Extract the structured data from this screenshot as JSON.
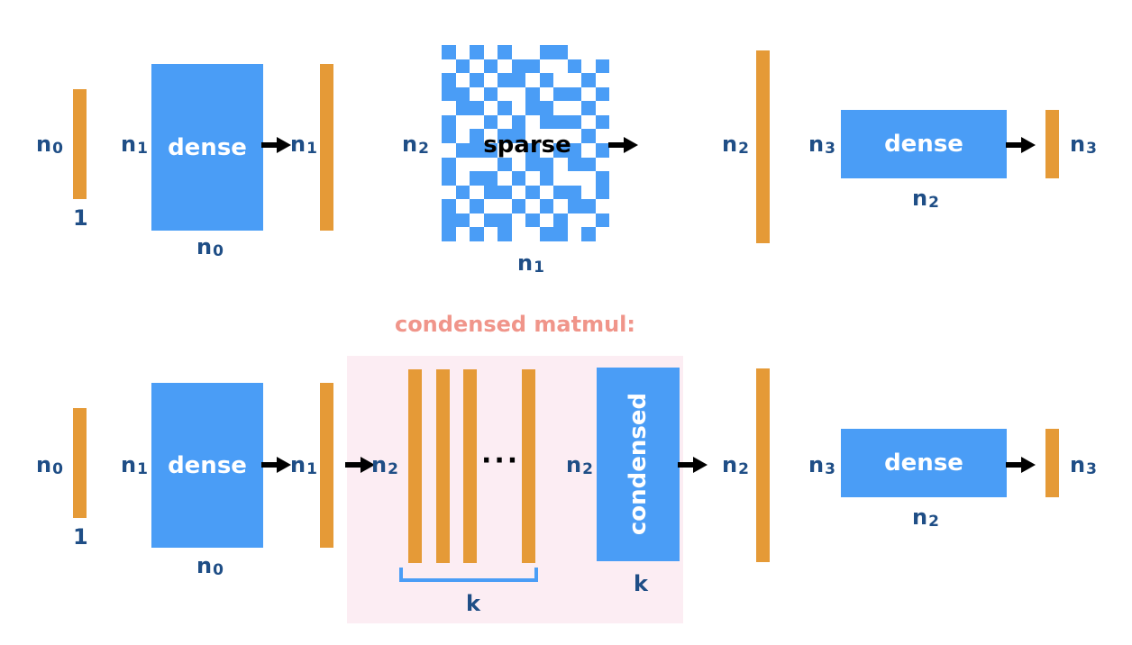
{
  "diagram": {
    "colors": {
      "vector": "#E59A37",
      "matrix": "#4A9DF6",
      "label": "#1F4E86",
      "condensed_title": "#F0958A",
      "condensed_bg": "#FCEDF3"
    },
    "top": {
      "input_rows": "n",
      "input_rows_sub": "0",
      "input_cols": "1",
      "dense1_label": "dense",
      "dense1_rows": "n",
      "dense1_rows_sub": "1",
      "dense1_cols": "n",
      "dense1_cols_sub": "0",
      "out1_rows": "n",
      "out1_rows_sub": "1",
      "sparse_label": "sparse",
      "sparse_rows": "n",
      "sparse_rows_sub": "2",
      "sparse_cols": "n",
      "sparse_cols_sub": "1",
      "out2_rows": "n",
      "out2_rows_sub": "2",
      "dense2_label": "dense",
      "dense2_rows": "n",
      "dense2_rows_sub": "3",
      "dense2_cols": "n",
      "dense2_cols_sub": "2",
      "out3_rows": "n",
      "out3_rows_sub": "3"
    },
    "bottom": {
      "title": "condensed matmul:",
      "input_rows": "n",
      "input_rows_sub": "0",
      "input_cols": "1",
      "dense1_label": "dense",
      "dense1_rows": "n",
      "dense1_rows_sub": "1",
      "dense1_cols": "n",
      "dense1_cols_sub": "0",
      "out1_rows": "n",
      "out1_rows_sub": "1",
      "gather_rows": "n",
      "gather_rows_sub": "2",
      "dots": "···",
      "gather_k": "k",
      "condensed_rows": "n",
      "condensed_rows_sub": "2",
      "condensed_label": "condensed",
      "condensed_k": "k",
      "out2_rows": "n",
      "out2_rows_sub": "2",
      "dense2_label": "dense",
      "dense2_rows": "n",
      "dense2_rows_sub": "3",
      "dense2_cols": "n",
      "dense2_cols_sub": "2",
      "out3_rows": "n",
      "out3_rows_sub": "3"
    }
  }
}
